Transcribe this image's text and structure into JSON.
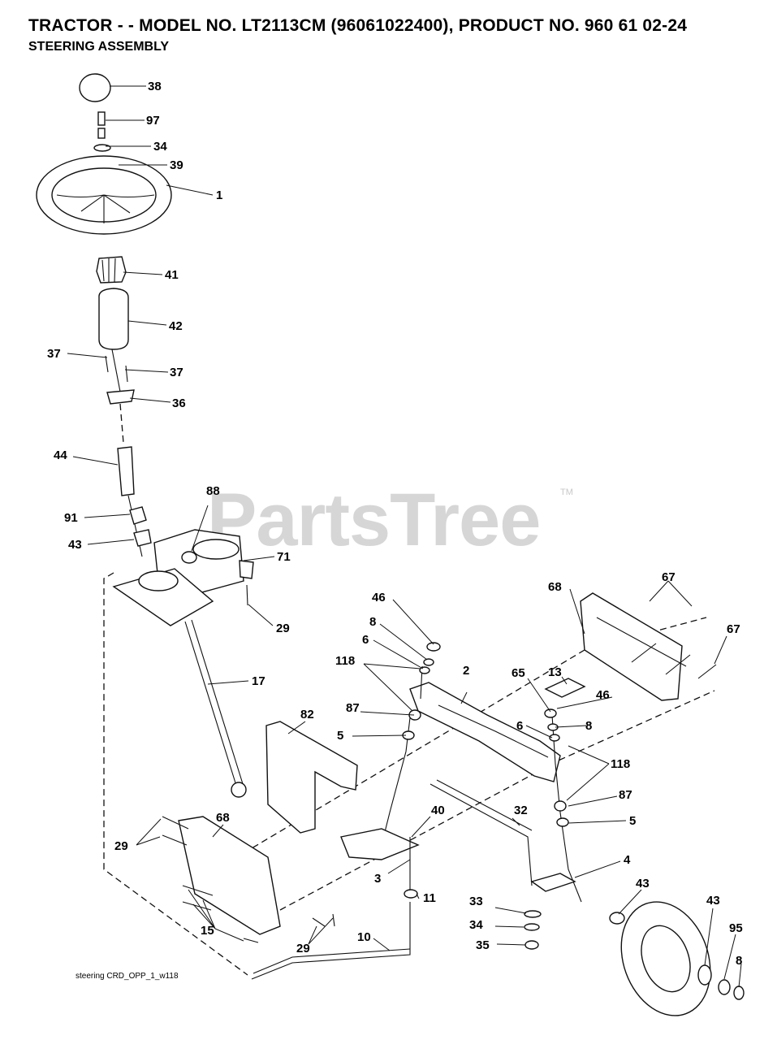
{
  "header": {
    "title": "TRACTOR - - MODEL NO. LT2113CM (96061022400), PRODUCT NO. 960 61 02-24",
    "subtitle": "STEERING ASSEMBLY"
  },
  "watermark": {
    "text": "PartsTree",
    "trademark": "TM"
  },
  "footer": {
    "drawing_id": "steering CRD_OPP_1_w118"
  },
  "callouts": [
    "38",
    "97",
    "34",
    "39",
    "1",
    "41",
    "42",
    "37",
    "37",
    "36",
    "44",
    "91",
    "43",
    "88",
    "71",
    "29",
    "17",
    "46",
    "8",
    "6",
    "118",
    "2",
    "87",
    "5",
    "82",
    "68",
    "67",
    "67",
    "13",
    "65",
    "46",
    "8",
    "6",
    "118",
    "87",
    "5",
    "40",
    "32",
    "3",
    "11",
    "4",
    "43",
    "43",
    "95",
    "8",
    "33",
    "34",
    "35",
    "10",
    "29",
    "68",
    "15",
    "29"
  ]
}
